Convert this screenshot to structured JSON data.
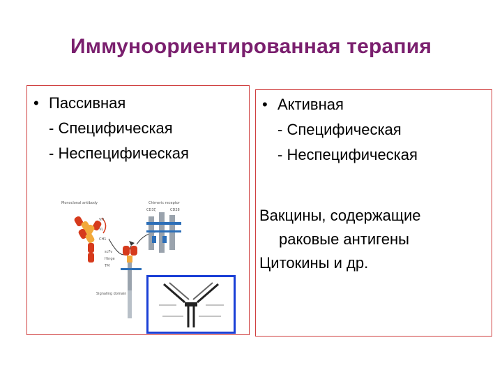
{
  "slide": {
    "title": "Иммуноориентированная терапия"
  },
  "left_panel": {
    "bullet": "Пассивная",
    "subitems": [
      "- Специфическая",
      "- Неспецифическая"
    ],
    "figure_labels": {
      "left_heading": "Monoclonal antibody",
      "right_heading": "Chimeric receptor",
      "cd": "CD3ζ",
      "cd28": "CD28",
      "vh": "VH",
      "vl": "VL",
      "ch1": "CH1",
      "hinge": "Hinge",
      "tm": "TM",
      "scfv": "scFv",
      "signaling": "Signaling domain"
    }
  },
  "right_panel": {
    "bullet": "Активная",
    "subitems": [
      "- Специфическая",
      "- Неспецифическая"
    ],
    "paragraphs": [
      "Вакцины, содержащие",
      "раковые антигены",
      "Цитокины и др."
    ]
  },
  "colors": {
    "title": "#7a1f6e",
    "panel_border": "#d04040",
    "inset_border": "#1a3fd6",
    "antibody_red": "#d63a1c",
    "antibody_orange": "#f2a93b",
    "receptor_gray": "#9aa3ad",
    "receptor_blue": "#2d6fb8"
  }
}
